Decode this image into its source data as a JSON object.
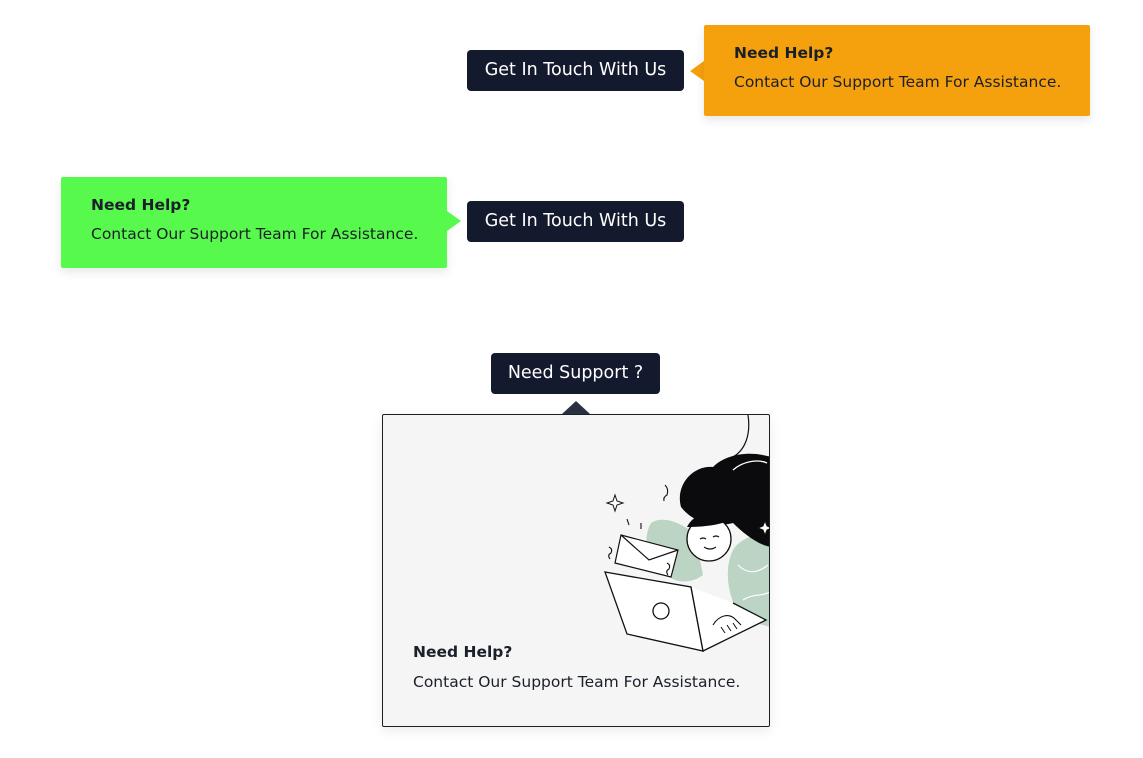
{
  "tooltip_demo_right": {
    "button_label": "Get In Touch With Us",
    "tooltip_title": "Need Help?",
    "tooltip_text": "Contact Our Support Team For Assistance.",
    "tooltip_color": "#f5a10d"
  },
  "tooltip_demo_left": {
    "button_label": "Get In Touch With Us",
    "tooltip_title": "Need Help?",
    "tooltip_text": "Contact Our Support Team For Assistance.",
    "tooltip_color": "#57fa4c"
  },
  "tooltip_demo_bottom": {
    "button_label": "Need Support ?",
    "card_title": "Need Help?",
    "card_text": "Contact Our Support Team For Assistance.",
    "illustration": "woman-with-laptop-illustration"
  },
  "colors": {
    "button_bg": "#141a2d",
    "card_bg": "#f5f5f6"
  }
}
